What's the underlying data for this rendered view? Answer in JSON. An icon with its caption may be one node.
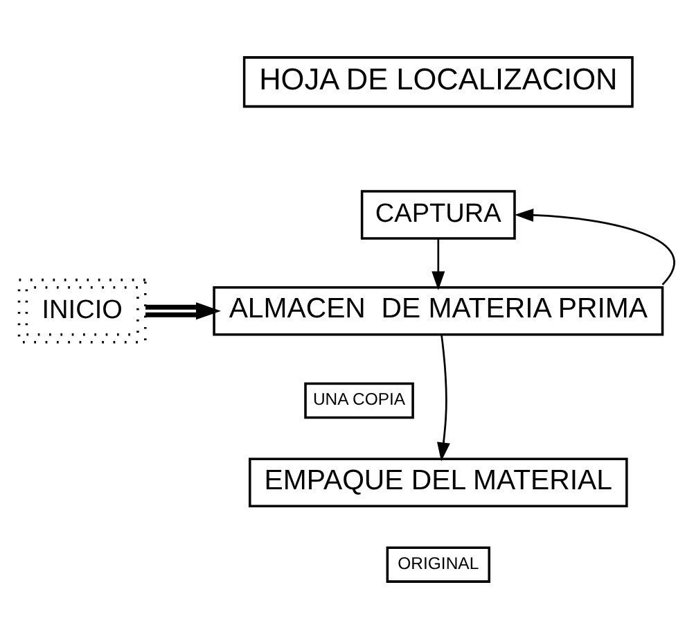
{
  "diagram": {
    "nodes": [
      {
        "text": [
          "HOJA DE LOCALIZACION"
        ]
      },
      {
        "text": [
          "CAPTURA"
        ]
      },
      {
        "text": [
          "INICIO"
        ]
      },
      {
        "text": [
          "ALMACEN  DE MATERIA PRIMA"
        ]
      },
      {
        "text": [
          "UNA COPIA"
        ]
      },
      {
        "text": [
          "EMPAQUE DEL MATERIAL"
        ]
      },
      {
        "text": [
          "ORIGINAL"
        ]
      }
    ],
    "edges": [
      {
        "from": 1,
        "to": 3,
        "arrow": "to"
      },
      {
        "from": 3,
        "to": 1,
        "arrow": "to"
      },
      {
        "from": 2,
        "to": 3,
        "arrow": "to",
        "style": "thick"
      },
      {
        "from": 3,
        "to": 5,
        "arrow": "to"
      }
    ]
  }
}
